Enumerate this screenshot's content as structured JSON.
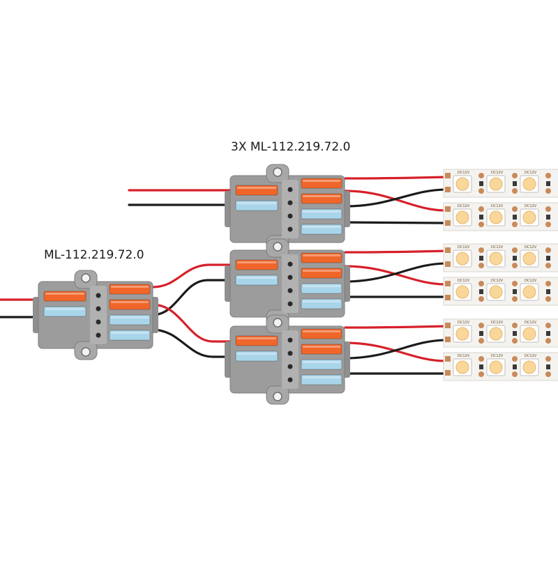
{
  "labels": {
    "main_connector": "ML-112.219.72.0",
    "branch_connectors": "3X ML-112.219.72.0"
  },
  "strip": {
    "marking": "DC12V",
    "led_count_per_strip": 3,
    "strip_count": 6
  },
  "colors": {
    "wire_positive": "#d6202a",
    "wire_negative": "#1b1b1b",
    "housing": "#9c9c9c",
    "lever_orange": "#f0662a",
    "lever_blue": "#a9d5ea",
    "pcb": "#f4f3ef",
    "pad": "#c98a5a",
    "led": "#f9d79a"
  },
  "icons": [
    "wire-connector-icon",
    "led-strip-icon"
  ]
}
